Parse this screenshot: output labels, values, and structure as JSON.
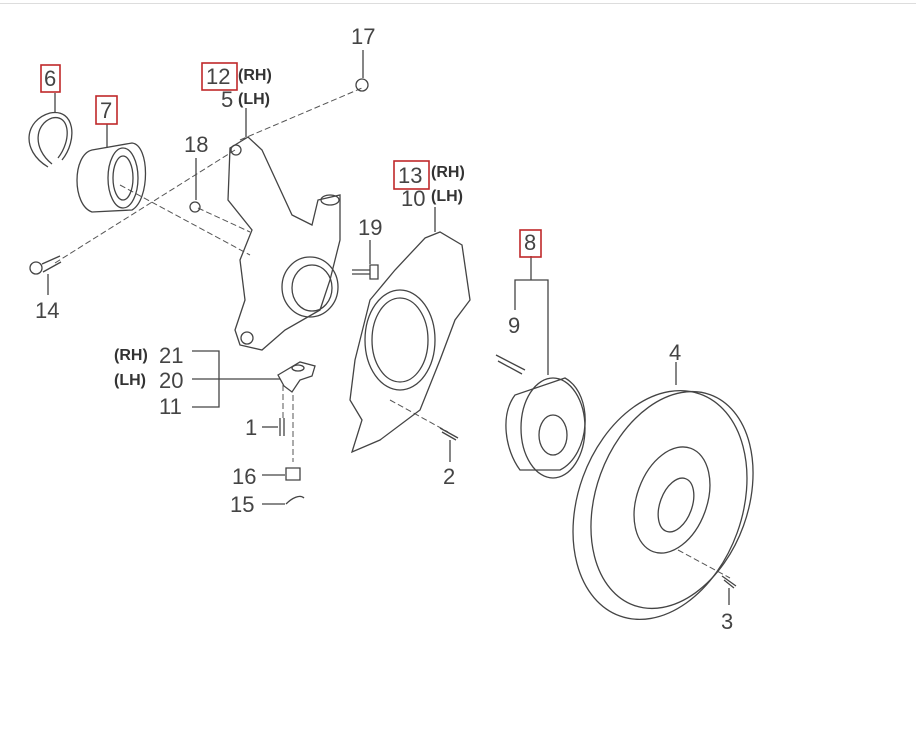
{
  "diagram": {
    "title": "Front axle hub / knuckle exploded parts diagram",
    "side_labels": {
      "rh": "(RH)",
      "lh": "(LH)"
    },
    "callouts": {
      "p1": "1",
      "p2": "2",
      "p3": "3",
      "p4": "4",
      "p5": "5",
      "p6": "6",
      "p7": "7",
      "p8": "8",
      "p9": "9",
      "p10": "10",
      "p11": "11",
      "p12": "12",
      "p13": "13",
      "p14": "14",
      "p15": "15",
      "p16": "16",
      "p17": "17",
      "p18": "18",
      "p19": "19",
      "p20": "20",
      "p21": "21"
    },
    "highlighted": [
      "6",
      "7",
      "8",
      "12",
      "13"
    ],
    "highlight_color": "#c0282a"
  }
}
